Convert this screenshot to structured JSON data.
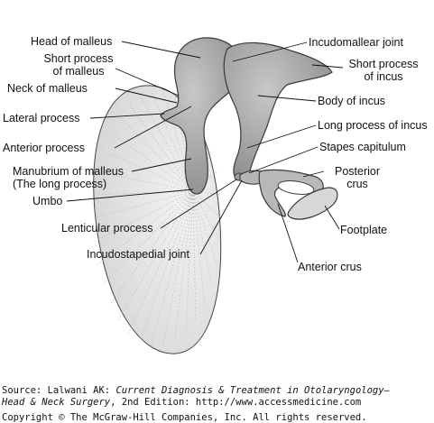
{
  "labels": {
    "head_of_malleus": "Head of malleus",
    "short_process_malleus_1": "Short process",
    "short_process_malleus_2": "of malleus",
    "neck_of_malleus": "Neck of malleus",
    "lateral_process": "Lateral process",
    "anterior_process": "Anterior process",
    "manubrium_1": "Manubrium of malleus",
    "manubrium_2": "(The long process)",
    "umbo": "Umbo",
    "lenticular_process": "Lenticular process",
    "incudostapedial_joint": "Incudostapedial joint",
    "incudomallear_joint": "Incudomallear joint",
    "short_process_incus_1": "Short process",
    "short_process_incus_2": "of incus",
    "body_of_incus": "Body of incus",
    "long_process_incus": "Long process of incus",
    "stapes_capitulum": "Stapes capitulum",
    "posterior_crus_1": "Posterior",
    "posterior_crus_2": "crus",
    "footplate": "Footplate",
    "anterior_crus": "Anterior crus"
  },
  "source": {
    "prefix": "Source: Lalwani AK: ",
    "title_line1": "Current Diagnosis & Treatment in Otolaryngology—",
    "title_line2": "Head & Neck Surgery",
    "suffix": ", 2nd Edition: http://www.accessmedicine.com",
    "copyright": "Copyright © The McGraw-Hill Companies, Inc. All rights reserved."
  },
  "colors": {
    "bone_fill": "#a9a9a9",
    "bone_stroke": "#3a3a3a",
    "membrane_fill": "#e6e6e6",
    "line": "#111111"
  }
}
